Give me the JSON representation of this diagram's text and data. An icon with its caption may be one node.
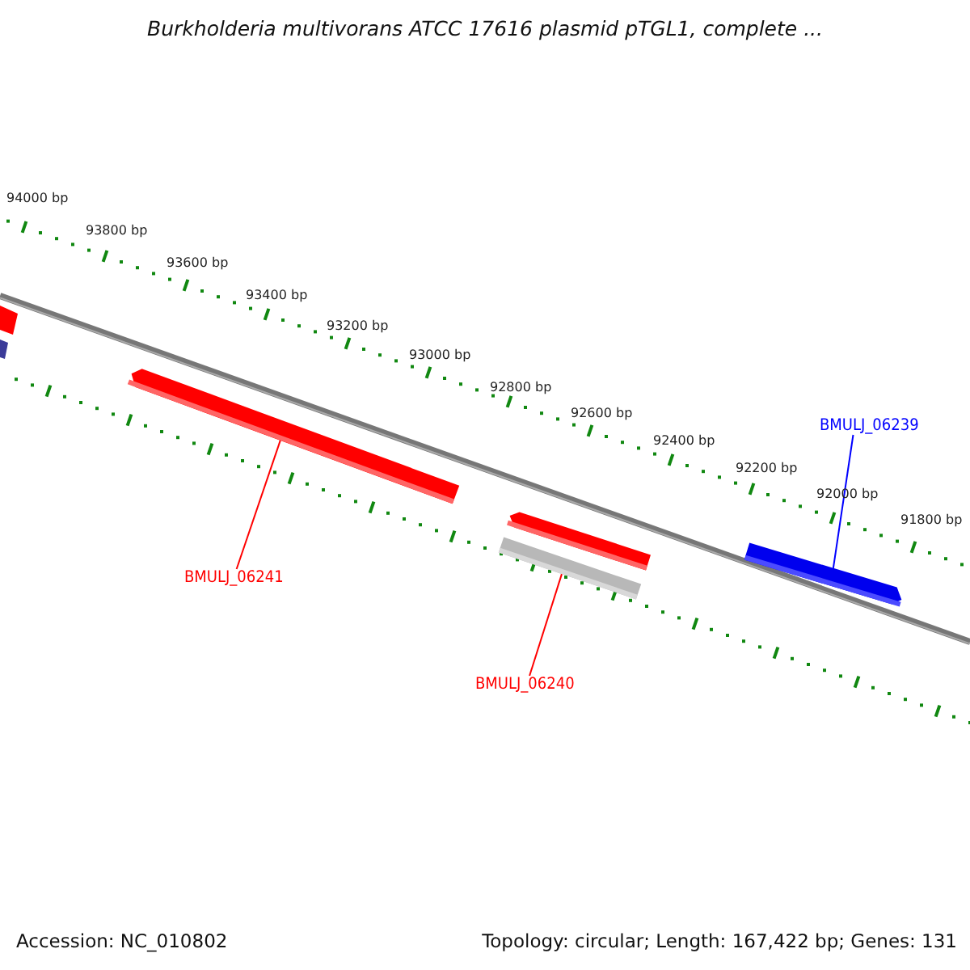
{
  "diagram": {
    "title": "Burkholderia multivorans ATCC 17616 plasmid pTGL1, complete ...",
    "nodes": [
      {
        "text": [],
        "shape": "bar"
      },
      {
        "text": [],
        "shape": "bar"
      },
      {
        "text": [],
        "shape": "bar"
      },
      {
        "text": [],
        "shape": "bar"
      },
      {
        "text": [
          "BMULJ_06239"
        ]
      },
      {
        "text": [
          "BMULJ_06241"
        ]
      },
      {
        "text": [
          "BMULJ_06240"
        ]
      }
    ],
    "edges": [
      {
        "from": 4,
        "to": 3,
        "arrow": "none",
        "color": "#0000ff"
      },
      {
        "from": 5,
        "to": 0,
        "arrow": "none"
      },
      {
        "from": 6,
        "to": 2,
        "arrow": "none"
      }
    ],
    "labels": [
      "94000 bp",
      "93800 bp",
      "93600 bp",
      "93400 bp",
      "93200 bp",
      "93000 bp",
      "92800 bp",
      "92600 bp",
      "92400 bp",
      "92200 bp",
      "92000 bp",
      "91800 bp",
      "Accession: NC_010802",
      "Topology: circular; Length: 167,422 bp; Genes: 131"
    ]
  }
}
